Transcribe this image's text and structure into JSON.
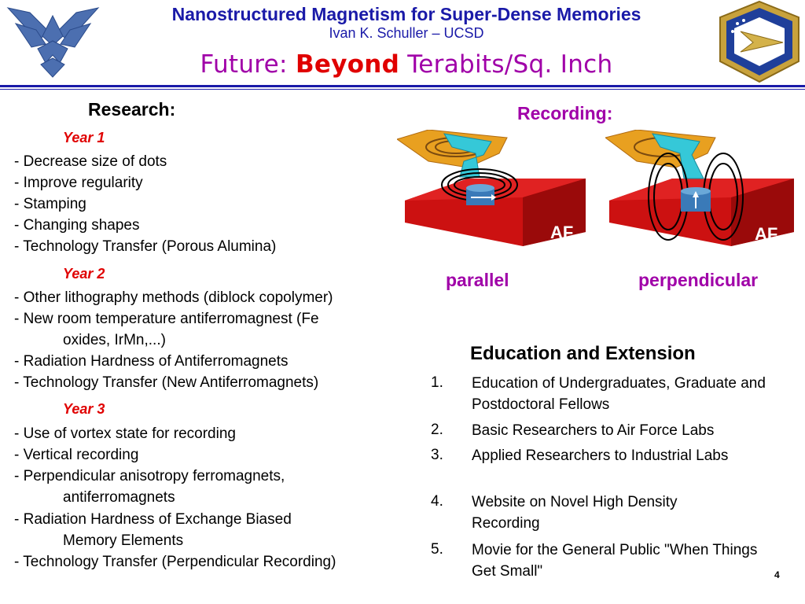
{
  "header": {
    "title": "Nanostructured Magnetism for Super-Dense Memories",
    "subtitle": "Ivan K. Schuller – UCSD",
    "future_prefix": "Future: ",
    "future_bold": "Beyond",
    "future_suffix": " Terabits/Sq. Inch"
  },
  "research": {
    "heading": "Research:",
    "year1": {
      "label": "Year 1",
      "items": [
        "- Decrease size of dots",
        "- Improve regularity",
        "- Stamping",
        "- Changing shapes",
        "- Technology Transfer (Porous Alumina)"
      ]
    },
    "year2": {
      "label": "Year 2",
      "items": [
        "- Other lithography methods (diblock copolymer)",
        "- New room temperature antiferromagnest (Fe",
        "oxides, IrMn,...)",
        "- Radiation Hardness of Antiferromagnets",
        "- Technology Transfer (New Antiferromagnets)"
      ]
    },
    "year3": {
      "label": "Year 3",
      "items": [
        "- Use of vortex state for recording",
        "- Vertical recording",
        "- Perpendicular anisotropy ferromagnets,",
        "antiferromagnets",
        "- Radiation Hardness of Exchange Biased",
        "Memory Elements",
        "- Technology Transfer (Perpendicular Recording)"
      ]
    }
  },
  "recording": {
    "heading": "Recording:",
    "af_label": "AF",
    "parallel": "parallel",
    "perpendicular": "perpendicular"
  },
  "education": {
    "heading": "Education and Extension",
    "items": [
      {
        "num": "1.",
        "text": "Education of Undergraduates, Graduate and Postdoctoral Fellows"
      },
      {
        "num": "2.",
        "text": "Basic Researchers to Air Force Labs"
      },
      {
        "num": "3.",
        "text": "Applied Researchers to Industrial Labs"
      },
      {
        "num": "4.",
        "text": "Website on Novel High Density Recording"
      },
      {
        "num": "5.",
        "text": "Movie for the General Public \"When Things Get Small\""
      }
    ]
  },
  "page_number": "4",
  "colors": {
    "title_blue": "#1a1aa8",
    "accent_purple": "#a000a8",
    "accent_red": "#e00000",
    "af_block_red": "#cc1111"
  }
}
